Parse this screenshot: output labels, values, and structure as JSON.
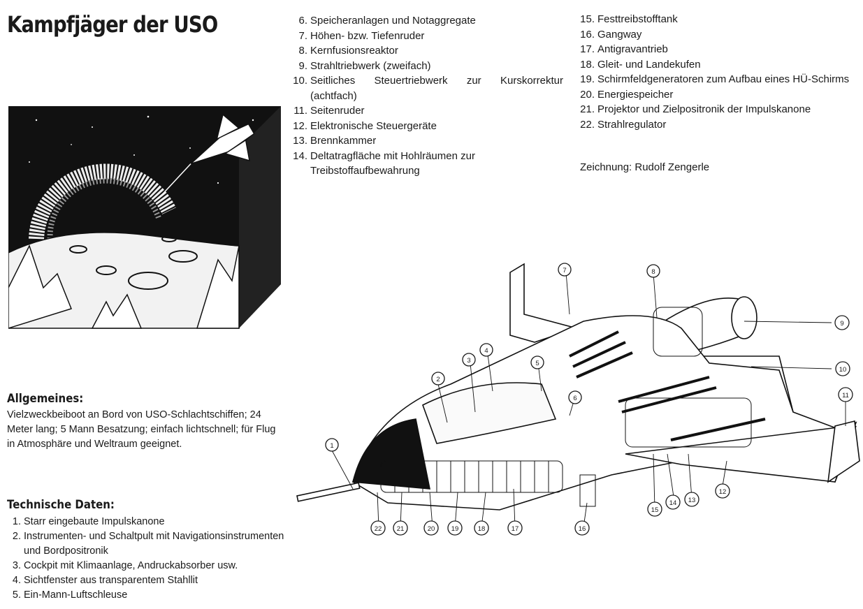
{
  "title": "Kampfjäger der USO",
  "parts_mid": [
    {
      "n": "6.",
      "t": "Speicheranlagen und Notaggregate"
    },
    {
      "n": "7.",
      "t": "Höhen- bzw. Tiefenruder"
    },
    {
      "n": "8.",
      "t": "Kernfusionsreaktor"
    },
    {
      "n": "9.",
      "t": "Strahltriebwerk (zweifach)"
    },
    {
      "n": "10.",
      "t": "Seitliches Steuertriebwerk zur Kurskorrektur (achtfach)"
    },
    {
      "n": "11.",
      "t": "Seitenruder"
    },
    {
      "n": "12.",
      "t": "Elektronische Steuergeräte"
    },
    {
      "n": "13.",
      "t": "Brennkammer"
    },
    {
      "n": "14.",
      "t": "Deltatragfläche mit Hohlräumen zur Treibstoffaufbewahrung"
    }
  ],
  "parts_right": [
    {
      "n": "15.",
      "t": "Festtreibstofftank"
    },
    {
      "n": "16.",
      "t": "Gangway"
    },
    {
      "n": "17.",
      "t": "Antigravantrieb"
    },
    {
      "n": "18.",
      "t": "Gleit- und Landekufen"
    },
    {
      "n": "19.",
      "t": "Schirmfeldgeneratoren zum Aufbau eines HÜ-Schirms"
    },
    {
      "n": "20.",
      "t": "Energiespeicher"
    },
    {
      "n": "21.",
      "t": "Projektor und Zielpositronik der Impulskanone"
    },
    {
      "n": "22.",
      "t": "Strahlregulator"
    }
  ],
  "credit": "Zeichnung: Rudolf Zengerle",
  "general": {
    "heading": "Allgemeines:",
    "text": "Vielzweckbeiboot an Bord von USO-Schlachtschiffen; 24 Meter lang; 5 Mann Besatzung; einfach lichtschnell; für Flug in Atmosphäre und Weltraum geeignet."
  },
  "technical": {
    "heading": "Technische Daten:",
    "items": [
      {
        "n": "1.",
        "t": "Starr eingebaute Impulskanone"
      },
      {
        "n": "2.",
        "t": "Instrumenten- und Schaltpult mit Navigationsinstrumenten und Bordpositronik"
      },
      {
        "n": "3.",
        "t": "Cockpit mit Klimaanlage, Andruckabsorber usw."
      },
      {
        "n": "4.",
        "t": "Sichtfenster aus transparentem Stahllit"
      },
      {
        "n": "5.",
        "t": "Ein-Mann-Luftschleuse"
      }
    ]
  },
  "callouts": [
    "1",
    "2",
    "3",
    "4",
    "5",
    "6",
    "7",
    "8",
    "9",
    "10",
    "11",
    "12",
    "13",
    "14",
    "15",
    "16",
    "17",
    "18",
    "19",
    "20",
    "21",
    "22"
  ],
  "colors": {
    "ink": "#1a1a1a",
    "paper": "#ffffff"
  }
}
